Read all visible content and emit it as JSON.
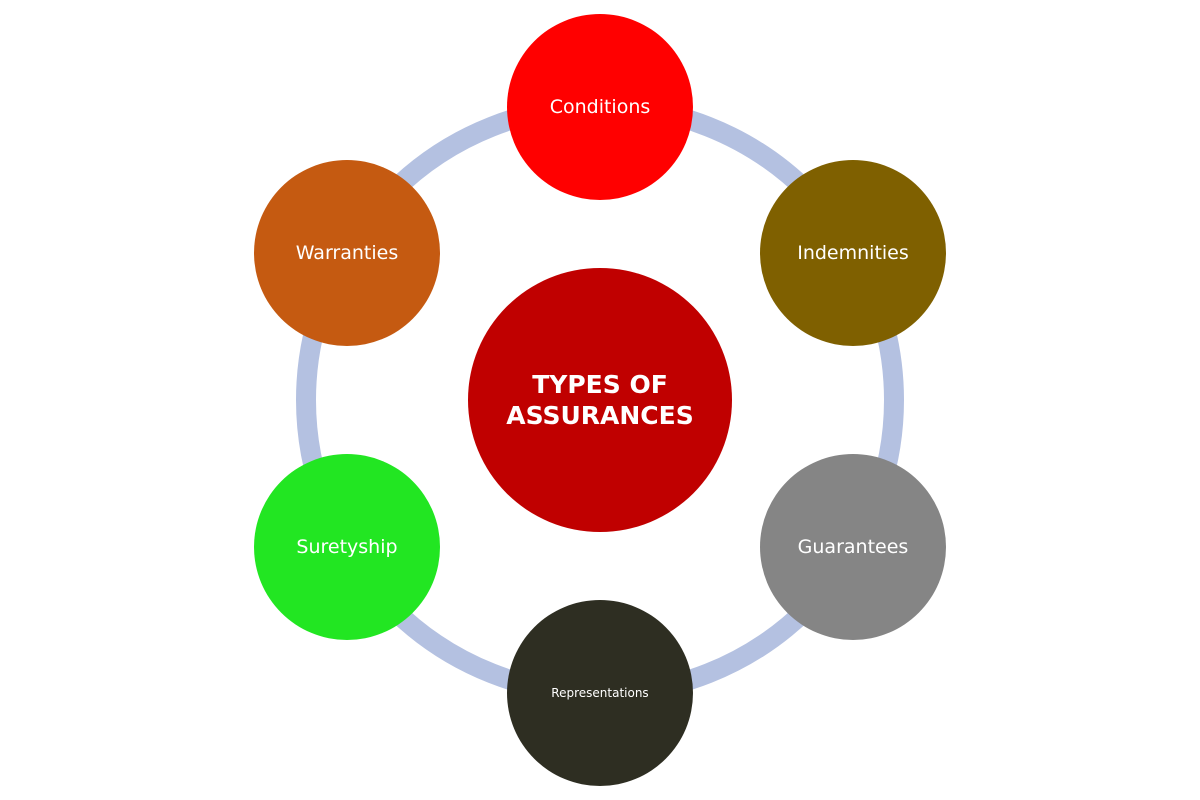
{
  "center": {
    "label": "TYPES OF\nASSURANCES",
    "color": "#c00000"
  },
  "ring_color": "#b4c1e1",
  "nodes": [
    {
      "label": "Conditions",
      "color": "#ff0000"
    },
    {
      "label": "Indemnities",
      "color": "#7f6000"
    },
    {
      "label": "Guarantees",
      "color": "#858585"
    },
    {
      "label": "Representations",
      "color": "#2e2e22"
    },
    {
      "label": "Suretyship",
      "color": "#22e622"
    },
    {
      "label": "Warranties",
      "color": "#c55a11"
    }
  ]
}
